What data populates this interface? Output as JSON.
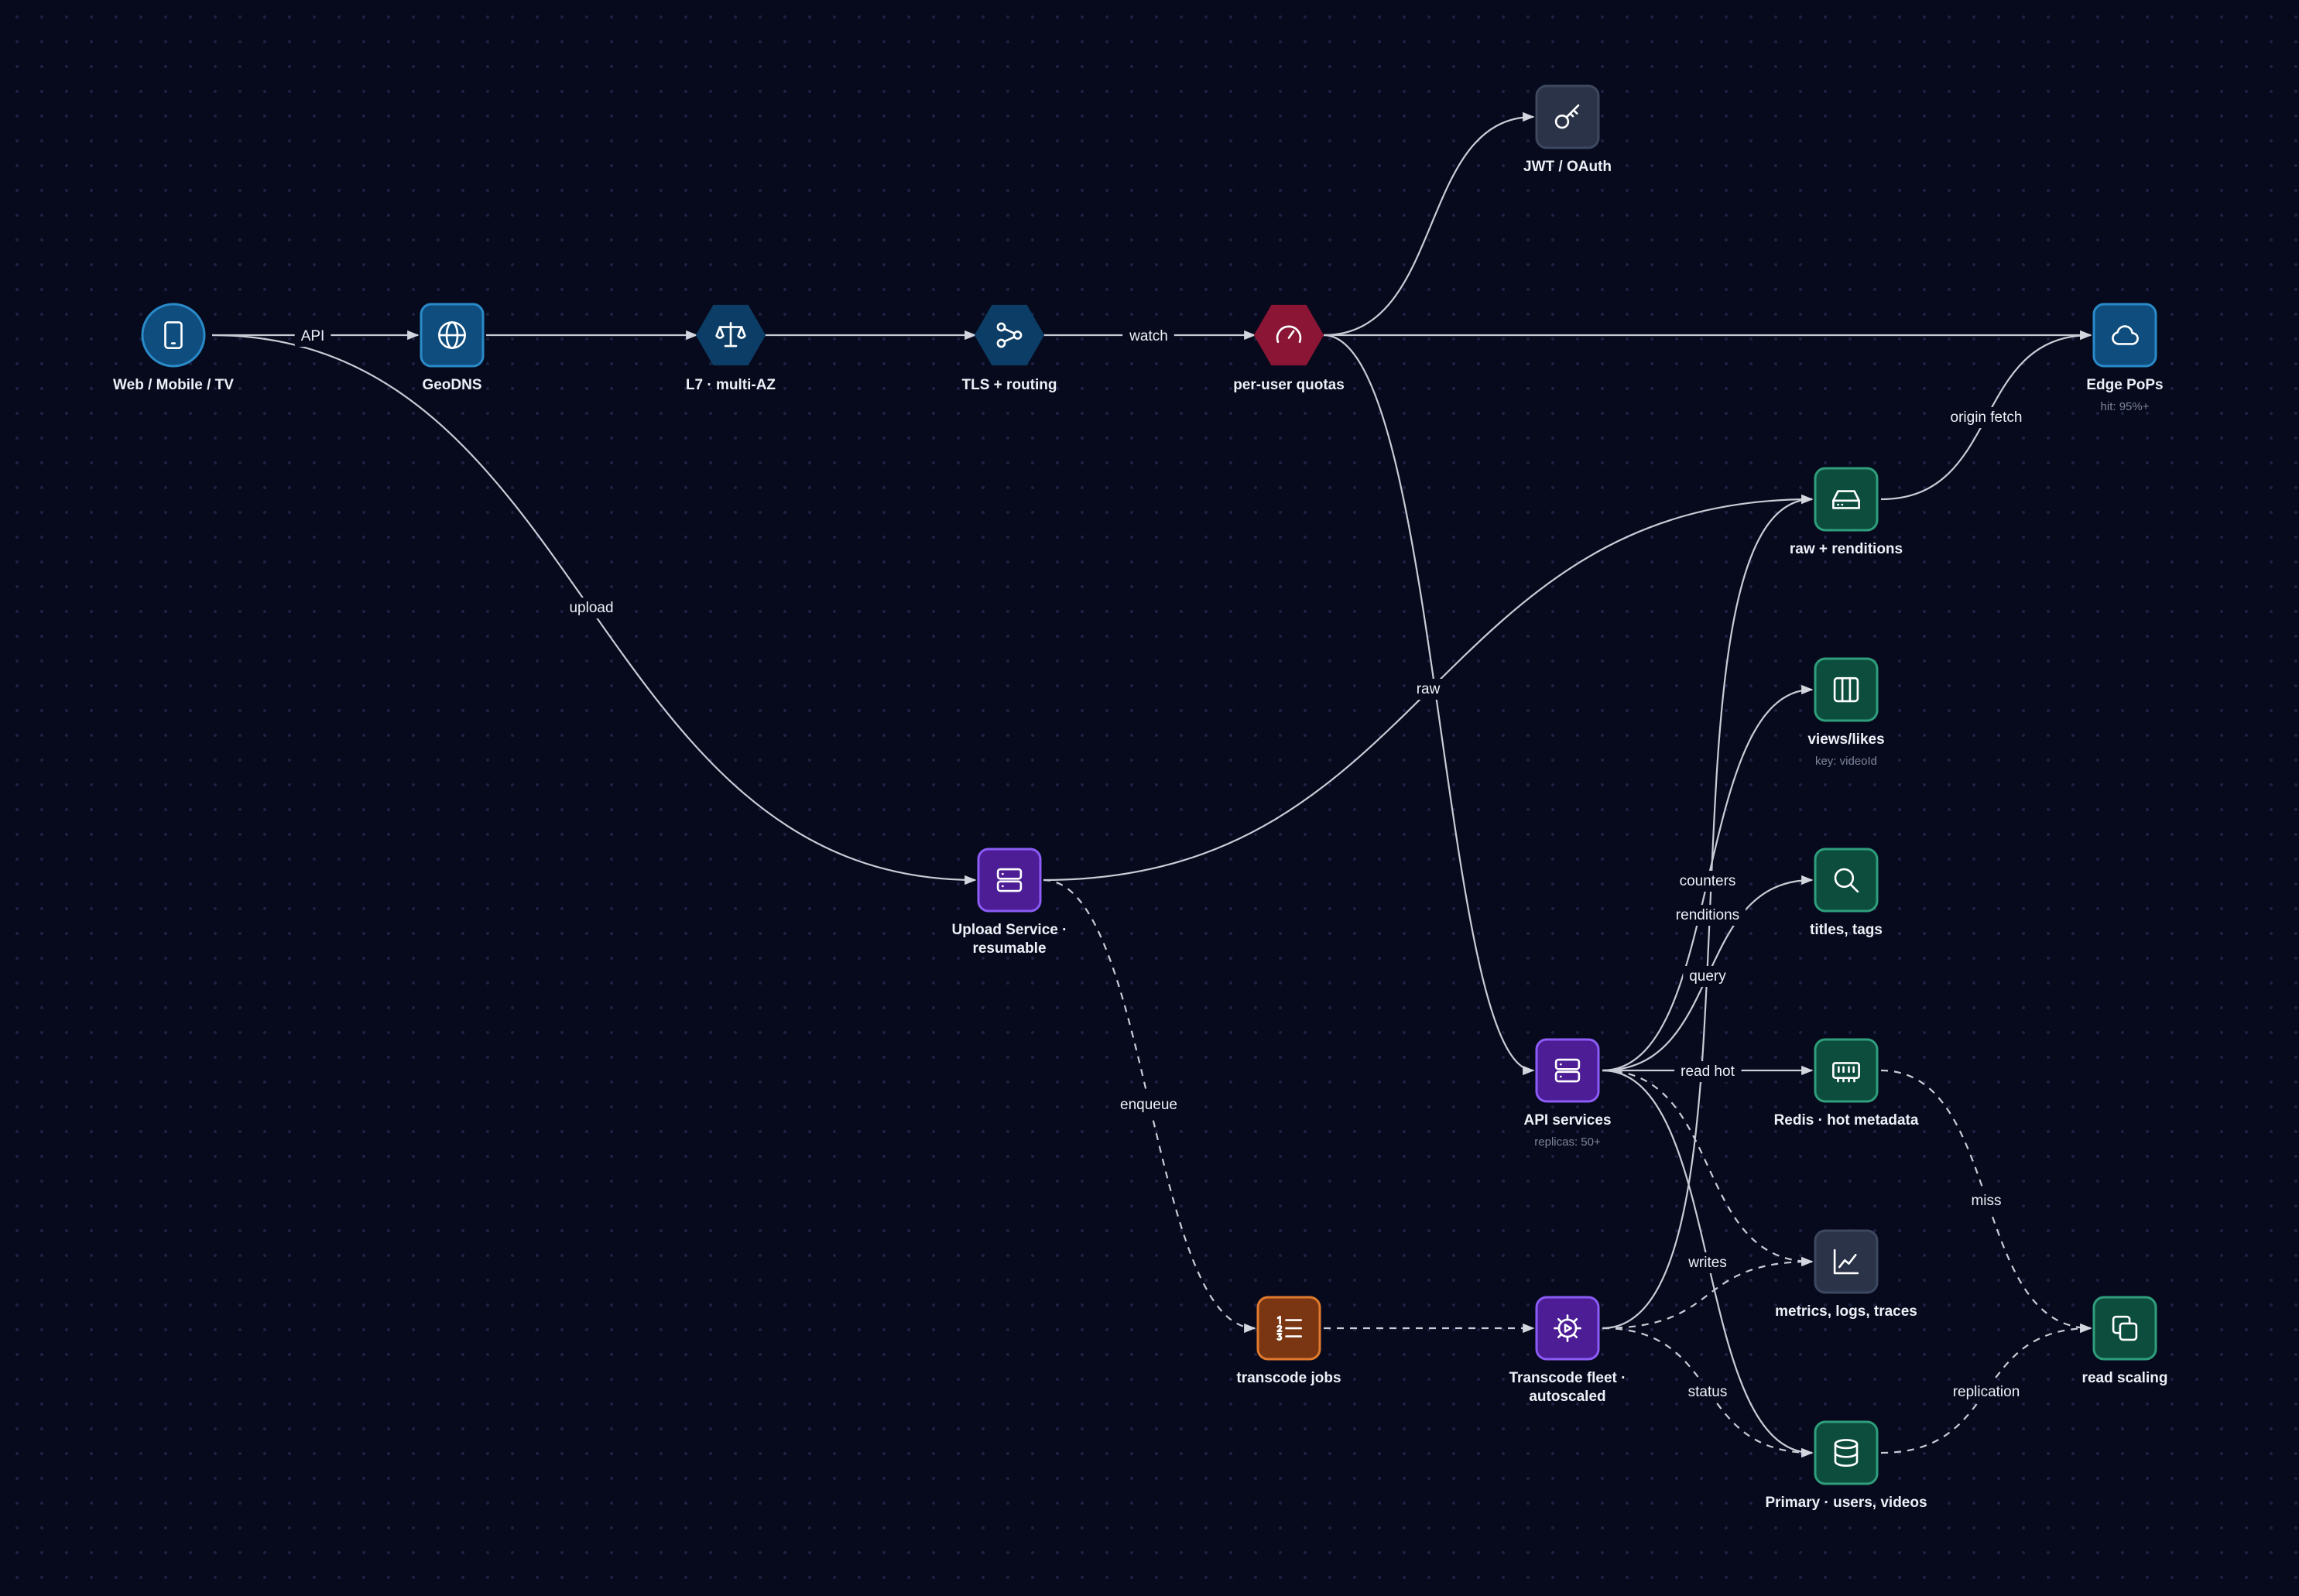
{
  "colors": {
    "background": "#070a1c",
    "edge": "#c9ccd6",
    "blue": "#0e4d7e",
    "blue_stroke": "#2a8ac8",
    "navy": "#0c3d66",
    "red": "#8a1535",
    "slate": "#2a3347",
    "purple": "#4c1d95",
    "purple_stroke": "#8b5cf6",
    "green": "#0d4d3d",
    "green_stroke": "#2f9e7c",
    "orange": "#7a3612",
    "orange_stroke": "#e07a2e"
  },
  "nodes": [
    {
      "id": "client",
      "icon": "tablet-icon",
      "shape": "circle",
      "theme": "blue",
      "label": "Web / Mobile / TV",
      "sub": ""
    },
    {
      "id": "dns",
      "icon": "globe-icon",
      "shape": "rounded",
      "theme": "blue",
      "label": "GeoDNS",
      "sub": ""
    },
    {
      "id": "lb",
      "icon": "scale-icon",
      "shape": "hexagon",
      "theme": "navy",
      "label": "L7 · multi-AZ",
      "sub": ""
    },
    {
      "id": "gw",
      "icon": "share-nodes-icon",
      "shape": "hexagon",
      "theme": "navy",
      "label": "TLS + routing",
      "sub": ""
    },
    {
      "id": "rate",
      "icon": "gauge-icon",
      "shape": "hexagon",
      "theme": "red",
      "label": "per-user quotas",
      "sub": ""
    },
    {
      "id": "auth",
      "icon": "key-icon",
      "shape": "rounded",
      "theme": "slate",
      "label": "JWT / OAuth",
      "sub": ""
    },
    {
      "id": "cdn",
      "icon": "cloud-icon",
      "shape": "rounded",
      "theme": "blue",
      "label": "Edge PoPs",
      "sub": "hit: 95%+"
    },
    {
      "id": "storage",
      "icon": "hard-drive-icon",
      "shape": "rounded",
      "theme": "green",
      "label": "raw + renditions",
      "sub": ""
    },
    {
      "id": "views",
      "icon": "columns-icon",
      "shape": "rounded",
      "theme": "green",
      "label": "views/likes",
      "sub": "key: videoId"
    },
    {
      "id": "search",
      "icon": "search-icon",
      "shape": "rounded",
      "theme": "green",
      "label": "titles, tags",
      "sub": ""
    },
    {
      "id": "upload",
      "icon": "server-icon",
      "shape": "rounded",
      "theme": "purple",
      "label": "Upload Service ·",
      "label2": "resumable",
      "sub": ""
    },
    {
      "id": "api",
      "icon": "server-icon",
      "shape": "rounded",
      "theme": "purple",
      "label": "API services",
      "sub": "replicas: 50+"
    },
    {
      "id": "redis",
      "icon": "memory-icon",
      "shape": "rounded",
      "theme": "green",
      "label": "Redis · hot metadata",
      "sub": ""
    },
    {
      "id": "obs",
      "icon": "chart-line-icon",
      "shape": "rounded",
      "theme": "slate",
      "label": "metrics, logs, traces",
      "sub": ""
    },
    {
      "id": "queue",
      "icon": "list-ordered-icon",
      "shape": "rounded",
      "theme": "orange",
      "label": "transcode jobs",
      "sub": ""
    },
    {
      "id": "transcode",
      "icon": "gear-play-icon",
      "shape": "rounded",
      "theme": "purple",
      "label": "Transcode fleet ·",
      "label2": "autoscaled",
      "sub": ""
    },
    {
      "id": "replica",
      "icon": "copy-icon",
      "shape": "rounded",
      "theme": "green",
      "label": "read scaling",
      "sub": ""
    },
    {
      "id": "primary",
      "icon": "database-icon",
      "shape": "rounded",
      "theme": "green",
      "label": "Primary · users, videos",
      "sub": ""
    }
  ],
  "edges": [
    {
      "id": "client-dns",
      "from": "client",
      "to": "dns",
      "label": "API",
      "dashed": false
    },
    {
      "id": "dns-lb",
      "from": "dns",
      "to": "lb",
      "label": "",
      "dashed": false
    },
    {
      "id": "lb-gw",
      "from": "lb",
      "to": "gw",
      "label": "",
      "dashed": false
    },
    {
      "id": "gw-rate",
      "from": "gw",
      "to": "rate",
      "label": "watch",
      "dashed": false
    },
    {
      "id": "rate-auth",
      "from": "rate",
      "to": "auth",
      "label": "",
      "dashed": false
    },
    {
      "id": "rate-cdn",
      "from": "rate",
      "to": "cdn",
      "label": "",
      "dashed": false
    },
    {
      "id": "client-upload",
      "from": "client",
      "to": "upload",
      "label": "upload",
      "dashed": false
    },
    {
      "id": "rate-api",
      "from": "rate",
      "to": "api",
      "label": "",
      "dashed": false
    },
    {
      "id": "upload-storage",
      "from": "upload",
      "to": "storage",
      "label": "raw",
      "dashed": false
    },
    {
      "id": "storage-cdn",
      "from": "storage",
      "to": "cdn",
      "label": "origin fetch",
      "dashed": false
    },
    {
      "id": "upload-queue",
      "from": "upload",
      "to": "queue",
      "label": "enqueue",
      "dashed": true
    },
    {
      "id": "queue-transcode",
      "from": "queue",
      "to": "transcode",
      "label": "",
      "dashed": true
    },
    {
      "id": "api-views",
      "from": "api",
      "to": "views",
      "label": "counters",
      "dashed": false
    },
    {
      "id": "api-search",
      "from": "api",
      "to": "search",
      "label": "query",
      "dashed": false
    },
    {
      "id": "api-redis",
      "from": "api",
      "to": "redis",
      "label": "read hot",
      "dashed": false
    },
    {
      "id": "api-obs",
      "from": "api",
      "to": "obs",
      "label": "",
      "dashed": true
    },
    {
      "id": "api-primary",
      "from": "api",
      "to": "primary",
      "label": "writes",
      "dashed": false
    },
    {
      "id": "transcode-storage",
      "from": "transcode",
      "to": "storage",
      "label": "renditions",
      "dashed": false
    },
    {
      "id": "transcode-obs",
      "from": "transcode",
      "to": "obs",
      "label": "",
      "dashed": true
    },
    {
      "id": "transcode-primary",
      "from": "transcode",
      "to": "primary",
      "label": "status",
      "dashed": true
    },
    {
      "id": "redis-replica",
      "from": "redis",
      "to": "replica",
      "label": "miss",
      "dashed": true
    },
    {
      "id": "primary-replica",
      "from": "primary",
      "to": "replica",
      "label": "replication",
      "dashed": true
    }
  ]
}
